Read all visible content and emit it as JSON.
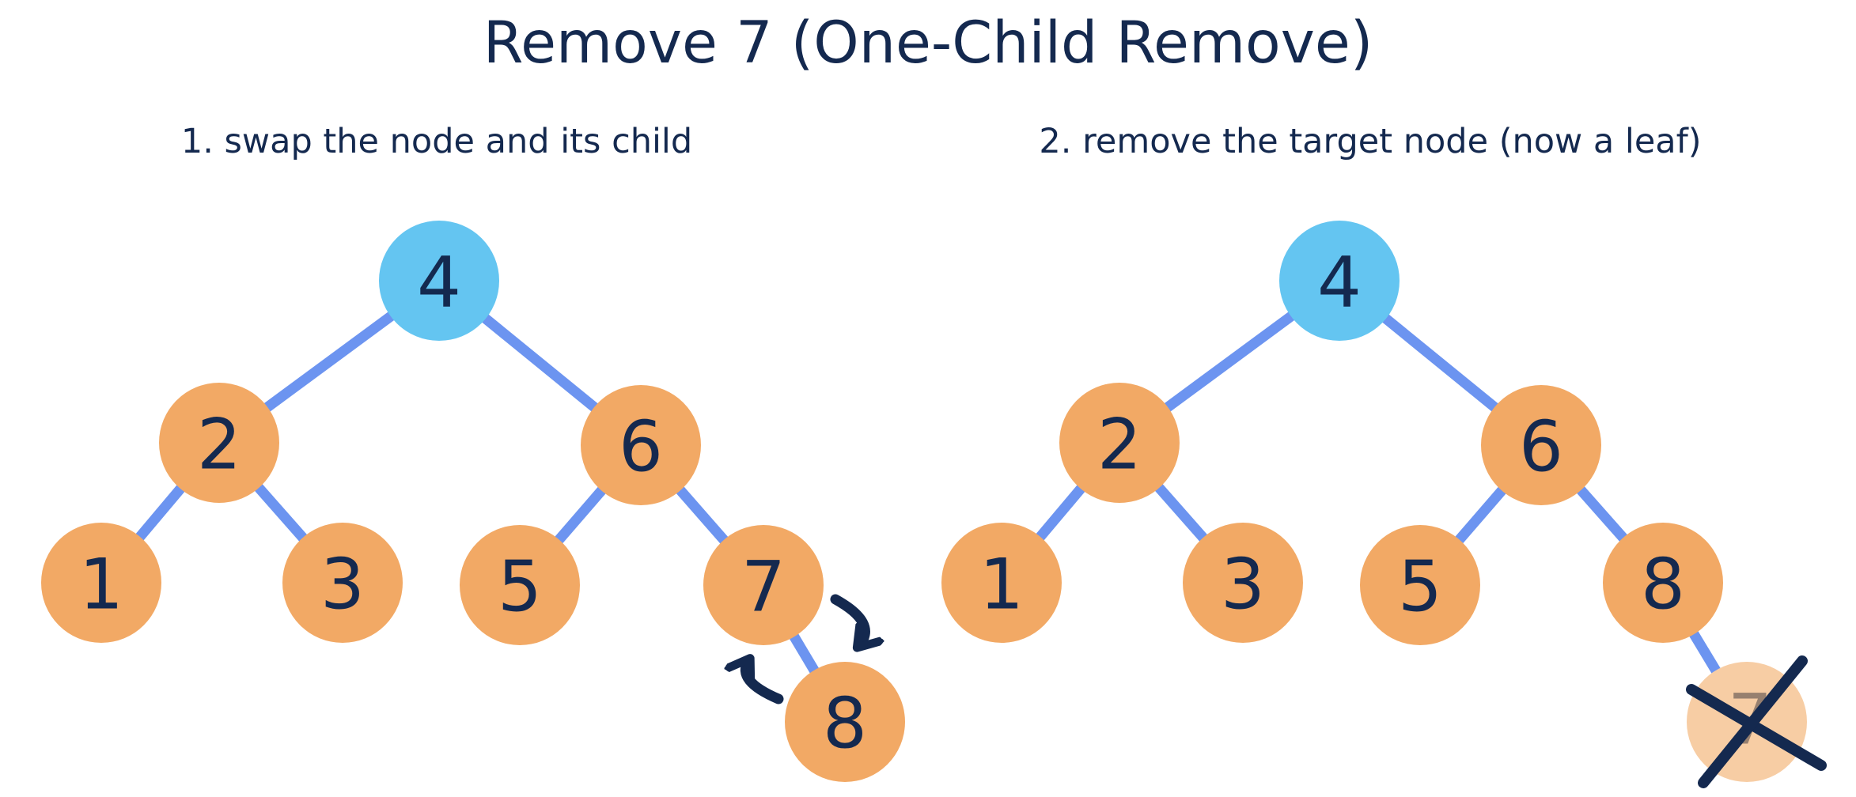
{
  "title": "Remove 7 (One-Child Remove)",
  "panels": [
    {
      "caption": "1. swap the node and its child",
      "nodes": [
        {
          "id": "root",
          "label": "4",
          "highlight": "blue"
        },
        {
          "id": "left",
          "label": "2"
        },
        {
          "id": "right",
          "label": "6"
        },
        {
          "id": "leaf-a",
          "label": "1"
        },
        {
          "id": "leaf-b",
          "label": "3"
        },
        {
          "id": "leaf-c",
          "label": "5"
        },
        {
          "id": "target",
          "label": "7"
        },
        {
          "id": "child",
          "label": "8"
        }
      ],
      "edges": [
        [
          "4",
          "2"
        ],
        [
          "4",
          "6"
        ],
        [
          "2",
          "1"
        ],
        [
          "2",
          "3"
        ],
        [
          "6",
          "5"
        ],
        [
          "6",
          "7"
        ],
        [
          "7",
          "8"
        ]
      ],
      "annotations": {
        "swap_arrow_down": "curved arrow pointing down from 7 toward 8",
        "swap_arrow_up": "curved arrow pointing up from 8 toward 7"
      }
    },
    {
      "caption": "2. remove the target node (now a leaf)",
      "nodes": [
        {
          "id": "root",
          "label": "4",
          "highlight": "blue"
        },
        {
          "id": "left",
          "label": "2"
        },
        {
          "id": "right",
          "label": "6"
        },
        {
          "id": "leaf-a",
          "label": "1"
        },
        {
          "id": "leaf-b",
          "label": "3"
        },
        {
          "id": "leaf-c",
          "label": "5"
        },
        {
          "id": "child",
          "label": "8"
        },
        {
          "id": "removed",
          "label": "7",
          "state": "removed-crossed-out"
        }
      ],
      "edges": [
        [
          "4",
          "2"
        ],
        [
          "4",
          "6"
        ],
        [
          "2",
          "1"
        ],
        [
          "2",
          "3"
        ],
        [
          "6",
          "5"
        ],
        [
          "6",
          "8"
        ],
        [
          "8",
          "7"
        ]
      ],
      "annotations": {
        "cross_out": "X mark over faded node 7"
      }
    }
  ],
  "colors": {
    "background": "#ffffff",
    "ink": "#14294f",
    "edge": "#6c94f0",
    "node_blue": "#64c5f1",
    "node_orange": "#f2a965",
    "node_removed_fill": "#f7cda4",
    "node_removed_label": "#97806f"
  }
}
